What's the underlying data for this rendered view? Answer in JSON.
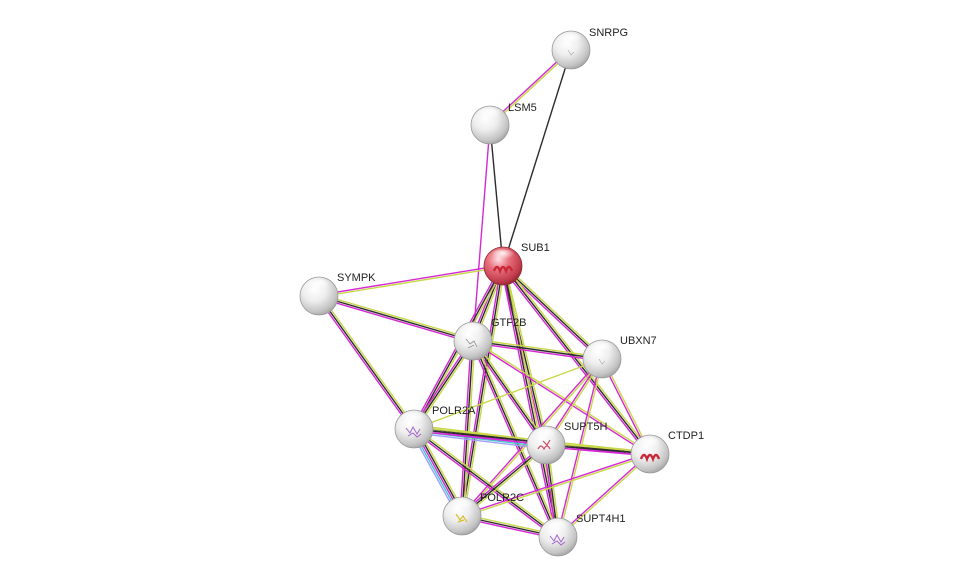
{
  "network": {
    "nodes": [
      {
        "id": "SNRPG",
        "label": "SNRPG",
        "query": false,
        "structure": "faint"
      },
      {
        "id": "LSM5",
        "label": "LSM5",
        "query": false,
        "structure": "none"
      },
      {
        "id": "SUB1",
        "label": "SUB1",
        "query": true,
        "structure": "red-helix"
      },
      {
        "id": "SYMPK",
        "label": "SYMPK",
        "query": false,
        "structure": "none"
      },
      {
        "id": "GTF2B",
        "label": "GTF2B",
        "query": false,
        "structure": "gray"
      },
      {
        "id": "UBXN7",
        "label": "UBXN7",
        "query": false,
        "structure": "faint"
      },
      {
        "id": "POLR2A",
        "label": "POLR2A",
        "query": false,
        "structure": "purple"
      },
      {
        "id": "SUPT5H",
        "label": "SUPT5H",
        "query": false,
        "structure": "red-purple"
      },
      {
        "id": "CTDP1",
        "label": "CTDP1",
        "query": false,
        "structure": "red-helix"
      },
      {
        "id": "POLR2C",
        "label": "POLR2C",
        "query": false,
        "structure": "yellow"
      },
      {
        "id": "SUPT4H1",
        "label": "SUPT4H1",
        "query": false,
        "structure": "purple"
      }
    ],
    "edges": [
      {
        "source": "SNRPG",
        "target": "LSM5",
        "evidence": [
          "textmining",
          "experiments"
        ]
      },
      {
        "source": "SNRPG",
        "target": "SUB1",
        "evidence": [
          "coexpression"
        ]
      },
      {
        "source": "LSM5",
        "target": "SUB1",
        "evidence": [
          "coexpression"
        ]
      },
      {
        "source": "LSM5",
        "target": "GTF2B",
        "evidence": [
          "experiments"
        ]
      },
      {
        "source": "SUB1",
        "target": "SYMPK",
        "evidence": [
          "textmining",
          "experiments"
        ]
      },
      {
        "source": "SUB1",
        "target": "GTF2B",
        "evidence": [
          "textmining",
          "coexpression",
          "experiments"
        ]
      },
      {
        "source": "SUB1",
        "target": "UBXN7",
        "evidence": [
          "textmining",
          "coexpression",
          "experiments"
        ]
      },
      {
        "source": "SUB1",
        "target": "POLR2A",
        "evidence": [
          "textmining",
          "coexpression",
          "experiments"
        ]
      },
      {
        "source": "SUB1",
        "target": "SUPT5H",
        "evidence": [
          "textmining",
          "coexpression",
          "experiments"
        ]
      },
      {
        "source": "SUB1",
        "target": "CTDP1",
        "evidence": [
          "textmining",
          "coexpression",
          "experiments"
        ]
      },
      {
        "source": "SUB1",
        "target": "POLR2C",
        "evidence": [
          "textmining",
          "coexpression",
          "experiments"
        ]
      },
      {
        "source": "SUB1",
        "target": "SUPT4H1",
        "evidence": [
          "textmining",
          "coexpression",
          "experiments"
        ]
      },
      {
        "source": "SYMPK",
        "target": "GTF2B",
        "evidence": [
          "textmining",
          "coexpression",
          "experiments"
        ]
      },
      {
        "source": "SYMPK",
        "target": "POLR2A",
        "evidence": [
          "textmining",
          "coexpression",
          "experiments"
        ]
      },
      {
        "source": "GTF2B",
        "target": "UBXN7",
        "evidence": [
          "textmining",
          "coexpression",
          "experiments"
        ]
      },
      {
        "source": "GTF2B",
        "target": "POLR2A",
        "evidence": [
          "textmining",
          "coexpression",
          "experiments"
        ]
      },
      {
        "source": "GTF2B",
        "target": "SUPT5H",
        "evidence": [
          "textmining",
          "coexpression",
          "experiments"
        ]
      },
      {
        "source": "GTF2B",
        "target": "CTDP1",
        "evidence": [
          "textmining",
          "experiments"
        ]
      },
      {
        "source": "GTF2B",
        "target": "POLR2C",
        "evidence": [
          "textmining",
          "coexpression",
          "experiments"
        ]
      },
      {
        "source": "GTF2B",
        "target": "SUPT4H1",
        "evidence": [
          "textmining",
          "coexpression",
          "experiments"
        ]
      },
      {
        "source": "UBXN7",
        "target": "POLR2A",
        "evidence": [
          "textmining"
        ]
      },
      {
        "source": "UBXN7",
        "target": "SUPT5H",
        "evidence": [
          "textmining",
          "experiments"
        ]
      },
      {
        "source": "UBXN7",
        "target": "CTDP1",
        "evidence": [
          "textmining",
          "experiments"
        ]
      },
      {
        "source": "UBXN7",
        "target": "POLR2C",
        "evidence": [
          "textmining",
          "experiments"
        ]
      },
      {
        "source": "UBXN7",
        "target": "SUPT4H1",
        "evidence": [
          "textmining",
          "experiments"
        ]
      },
      {
        "source": "POLR2A",
        "target": "SUPT5H",
        "evidence": [
          "textmining",
          "coexpression",
          "experiments",
          "database",
          "homology"
        ]
      },
      {
        "source": "POLR2A",
        "target": "CTDP1",
        "evidence": [
          "textmining",
          "coexpression",
          "experiments"
        ]
      },
      {
        "source": "POLR2A",
        "target": "POLR2C",
        "evidence": [
          "textmining",
          "coexpression",
          "experiments",
          "database",
          "homology"
        ]
      },
      {
        "source": "POLR2A",
        "target": "SUPT4H1",
        "evidence": [
          "textmining",
          "coexpression",
          "experiments"
        ]
      },
      {
        "source": "SUPT5H",
        "target": "CTDP1",
        "evidence": [
          "textmining",
          "coexpression",
          "experiments"
        ]
      },
      {
        "source": "SUPT5H",
        "target": "POLR2C",
        "evidence": [
          "textmining",
          "coexpression",
          "experiments"
        ]
      },
      {
        "source": "SUPT5H",
        "target": "SUPT4H1",
        "evidence": [
          "textmining",
          "coexpression",
          "experiments"
        ]
      },
      {
        "source": "CTDP1",
        "target": "POLR2C",
        "evidence": [
          "textmining",
          "experiments"
        ]
      },
      {
        "source": "CTDP1",
        "target": "SUPT4H1",
        "evidence": [
          "textmining",
          "experiments"
        ]
      },
      {
        "source": "POLR2C",
        "target": "SUPT4H1",
        "evidence": [
          "textmining",
          "coexpression",
          "experiments"
        ]
      }
    ],
    "colors": {
      "textmining": "#c8d84a",
      "coexpression": "#2c2c2c",
      "experiments": "#d428d4",
      "database": "#44c8c8",
      "homology": "#a0a0ff",
      "node_default": "#e8e8e8",
      "node_query": "#d8505f",
      "label": "#222222"
    }
  }
}
